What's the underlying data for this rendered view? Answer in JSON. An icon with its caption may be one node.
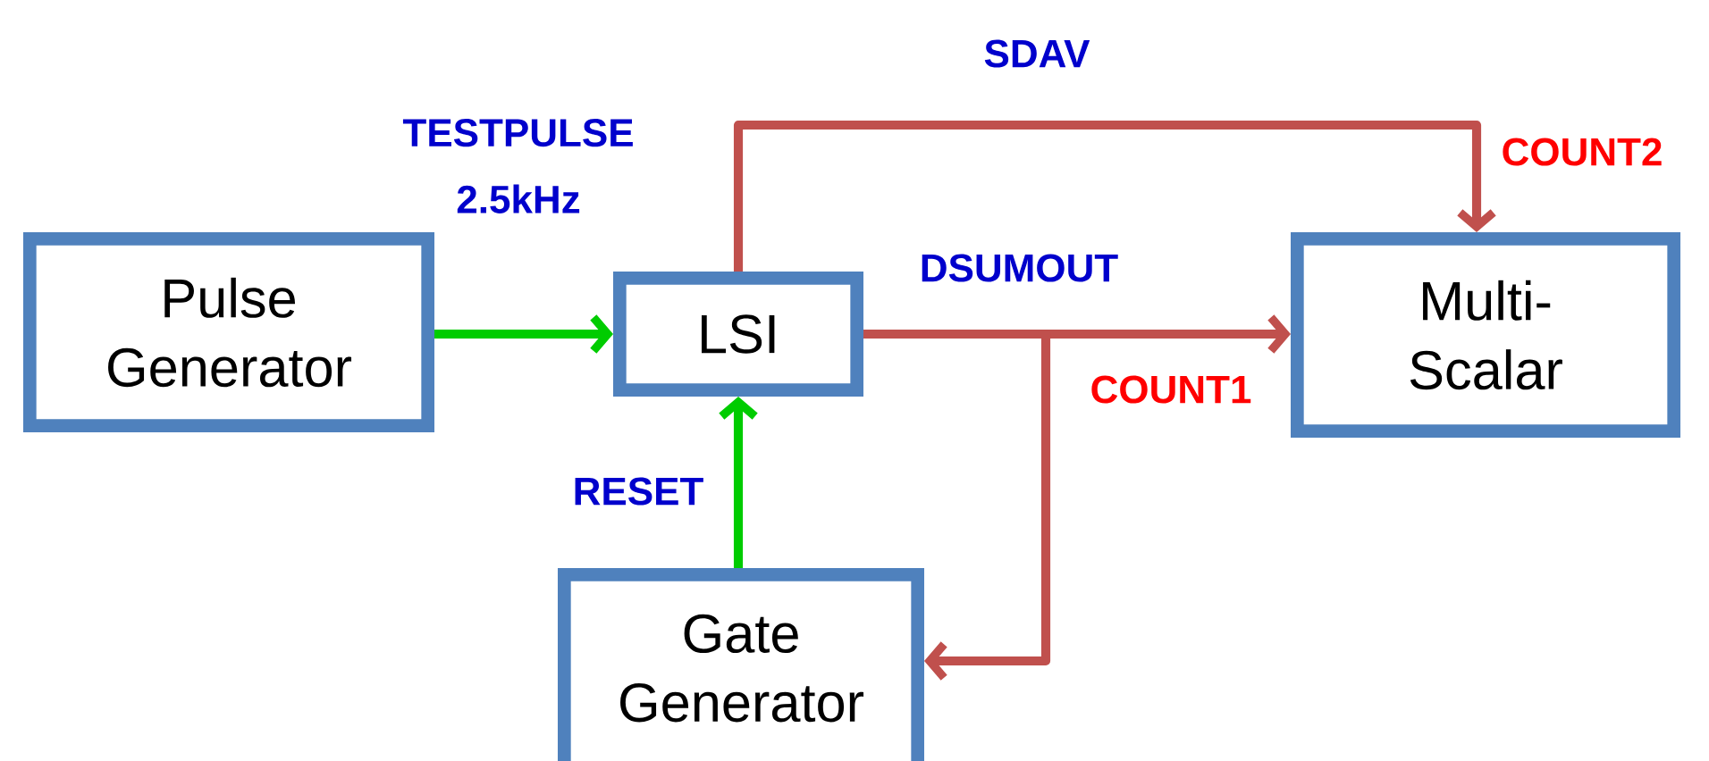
{
  "diagram": {
    "nodes": [
      {
        "text": [
          "Pulse Generator"
        ]
      },
      {
        "text": [
          "LSI"
        ]
      },
      {
        "text": [
          "Multi-Scalar"
        ]
      },
      {
        "text": [
          "Gate Generator"
        ]
      }
    ],
    "edges": [
      {
        "from": 0,
        "to": 1,
        "arrow": "to",
        "label": "TESTPULSE 2.5kHz",
        "color": "#00cc00"
      },
      {
        "from": 1,
        "to": 2,
        "arrow": "to",
        "label": "DSUMOUT"
      },
      {
        "from": 1,
        "to": 2,
        "arrow": "to",
        "label": "SDAV"
      },
      {
        "from": 1,
        "to": 3,
        "arrow": "to"
      },
      {
        "from": 3,
        "to": 1,
        "arrow": "to",
        "label": "RESET",
        "color": "#00cc00"
      }
    ],
    "labels": [
      "COUNT2",
      "COUNT1"
    ]
  }
}
